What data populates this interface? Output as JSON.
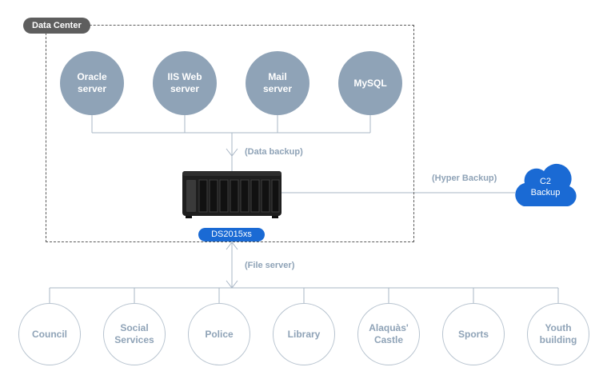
{
  "datacenter": {
    "label": "Data Center"
  },
  "servers": [
    {
      "line1": "Oracle",
      "line2": "server"
    },
    {
      "line1": "IIS Web",
      "line2": "server"
    },
    {
      "line1": "Mail",
      "line2": "server"
    },
    {
      "line1": "MySQL",
      "line2": ""
    }
  ],
  "edges": {
    "data_backup": "(Data backup)",
    "hyper_backup": "(Hyper Backup)",
    "file_server": "(File server)"
  },
  "nas": {
    "model": "DS2015xs"
  },
  "cloud": {
    "line1": "C2",
    "line2": "Backup"
  },
  "sites": [
    {
      "line1": "Council",
      "line2": ""
    },
    {
      "line1": "Social",
      "line2": "Services"
    },
    {
      "line1": "Police",
      "line2": ""
    },
    {
      "line1": "Library",
      "line2": ""
    },
    {
      "line1": "Alaquàs'",
      "line2": "Castle"
    },
    {
      "line1": "Sports",
      "line2": ""
    },
    {
      "line1": "Youth",
      "line2": "building"
    }
  ],
  "colors": {
    "server_fill": "#8fa3b7",
    "site_stroke": "#b7c3cf",
    "connector": "#a9b7c6",
    "accent_blue": "#1a6ad4",
    "nas_body": "#1e1e1e"
  }
}
